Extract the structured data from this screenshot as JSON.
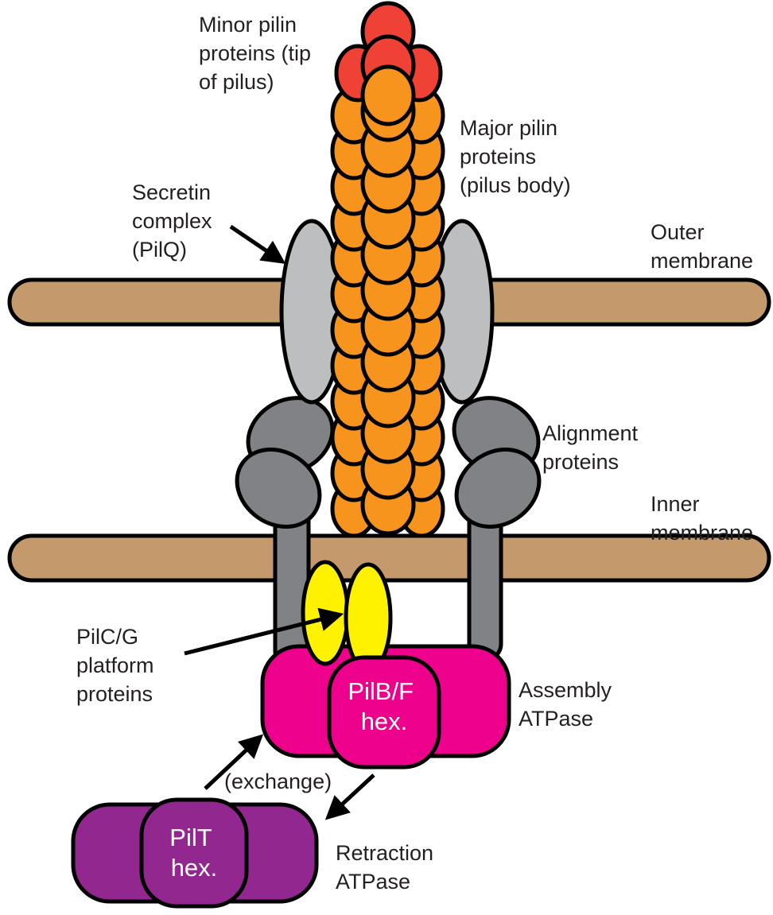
{
  "labels": {
    "minor_pilin": [
      "Minor pilin",
      "proteins (tip",
      "of pilus)"
    ],
    "major_pilin": [
      "Major pilin",
      "proteins",
      "(pilus body)"
    ],
    "secretin": [
      "Secretin",
      "complex",
      "(PilQ)"
    ],
    "outer_membrane": [
      "Outer",
      "membrane"
    ],
    "alignment": [
      "Alignment",
      "proteins"
    ],
    "inner_membrane": [
      "Inner",
      "membrane"
    ],
    "platform": [
      "PilC/G",
      "platform",
      "proteins"
    ],
    "assembly_hex": [
      "PilB/F",
      "hex."
    ],
    "assembly_atpase": [
      "Assembly",
      "ATPase"
    ],
    "exchange": "(exchange)",
    "retraction_hex": [
      "PilT",
      "hex."
    ],
    "retraction_atpase": [
      "Retraction",
      "ATPase"
    ]
  },
  "colors": {
    "membrane": "#c4996c",
    "secretin": "#bcbec0",
    "alignment": "#808285",
    "major_pilin": "#f7941d",
    "minor_pilin": "#ef4136",
    "platform": "#fff200",
    "assembly_atpase": "#ec008c",
    "retraction_atpase": "#92278f"
  }
}
